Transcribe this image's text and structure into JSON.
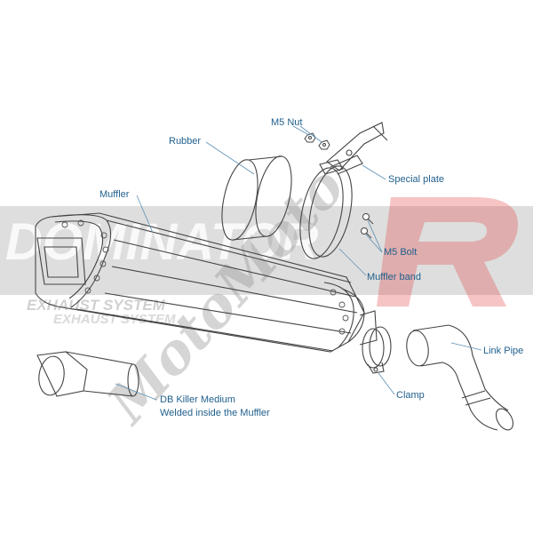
{
  "labels": {
    "rubber": "Rubber",
    "m5_nut": "M5 Nut",
    "muffler": "Muffler",
    "special_plate": "Special plate",
    "m5_bolt": "M5 Bolt",
    "muffler_band": "Muffler band",
    "link_pipe": "Link Pipe",
    "clamp": "Clamp",
    "db_killer_line1": "DB Killer Medium",
    "db_killer_line2": "Welded inside the Muffler"
  },
  "watermark": {
    "brand_text": "DOMINATOR",
    "subtitle_text": "EXHAUST SYSTEM",
    "subtitle_text_2": "EXHAUST SYSTEM",
    "script_text": "MotoMoto",
    "letter": "R"
  },
  "colors": {
    "label_text": "#1f5f8c",
    "leader_line": "#5b8fb5",
    "outline": "#444444",
    "watermark_grey": "#8a8a8a",
    "watermark_red": "#e23a3a",
    "background": "#ffffff"
  }
}
